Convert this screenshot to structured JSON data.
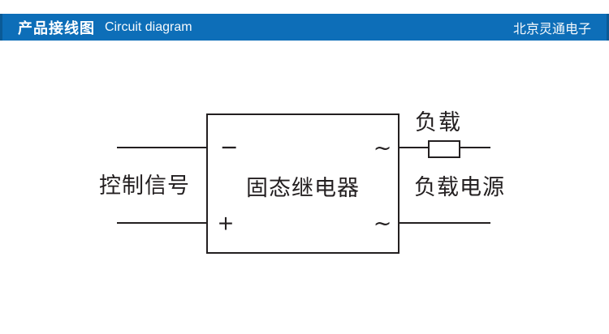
{
  "header": {
    "title_zh": "产品接线图",
    "title_en": "Circuit diagram",
    "company": "北京灵通电子"
  },
  "diagram": {
    "control_signal_label": "控制信号",
    "relay_label": "固态继电器",
    "load_label": "负载",
    "load_power_label": "负载电源",
    "terminals": {
      "dc_negative": "−",
      "dc_positive": "+",
      "ac_top": "~",
      "ac_bottom": "~"
    }
  },
  "colors": {
    "header_bg": "#0d6eb8",
    "line_color": "#231f20",
    "header_text": "#ffffff",
    "background": "#ffffff"
  }
}
